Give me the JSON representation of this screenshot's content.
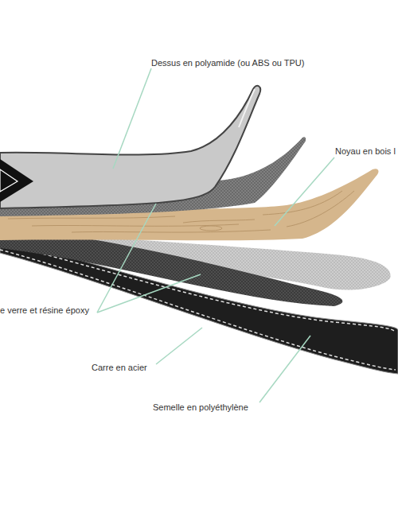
{
  "diagram": {
    "labels": [
      "Dessus en polyamide (ou ABS ou TPU)",
      "Noyau en bois l",
      "e verre et résine époxy",
      "Carre en acier",
      "Semelle en polyéthylène"
    ]
  }
}
